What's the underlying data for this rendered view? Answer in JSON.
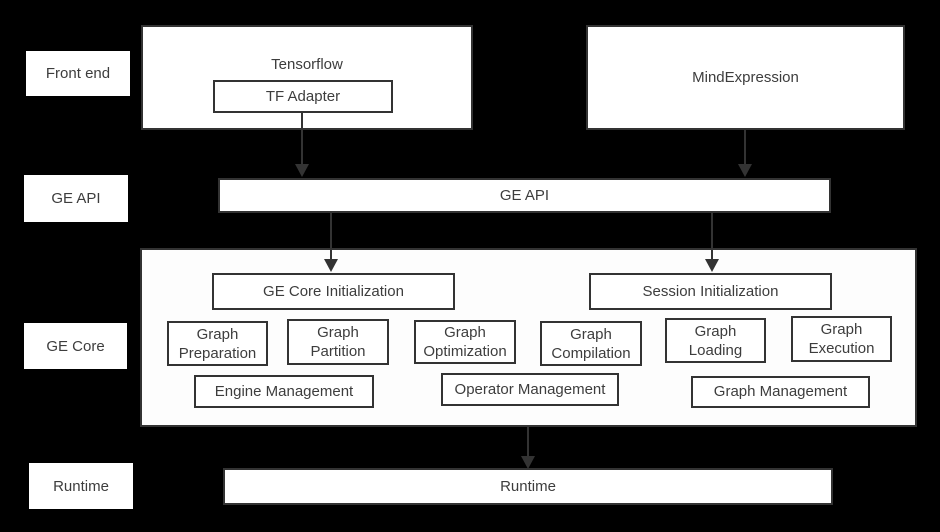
{
  "palette": {
    "background": "#000000",
    "box_fill": "#ffffff",
    "box_border": "#333333",
    "text": "#3d3d3d",
    "arrow": "#333333"
  },
  "row_labels": [
    {
      "label": "Front end"
    },
    {
      "label": "GE API"
    },
    {
      "label": "GE Core"
    },
    {
      "label": "Runtime"
    }
  ],
  "front_end": {
    "tensorflow": {
      "title": "Tensorflow",
      "adapter": "TF Adapter"
    },
    "mind_expression": {
      "title": "MindExpression"
    }
  },
  "ge_api": {
    "label": "GE API"
  },
  "ge_core": {
    "initialization": [
      {
        "label": "GE Core Initialization"
      },
      {
        "label": "Session Initialization"
      }
    ],
    "stages": [
      {
        "label": "Graph Preparation"
      },
      {
        "label": "Graph Partition"
      },
      {
        "label": "Graph Optimization"
      },
      {
        "label": "Graph Compilation"
      },
      {
        "label": "Graph Loading"
      },
      {
        "label": "Graph Execution"
      }
    ],
    "management": [
      {
        "label": "Engine Management"
      },
      {
        "label": "Operator Management"
      },
      {
        "label": "Graph Management"
      }
    ]
  },
  "runtime": {
    "label": "Runtime"
  },
  "arrows": [
    {
      "from": "TF Adapter",
      "to": "GE API"
    },
    {
      "from": "MindExpression",
      "to": "GE API"
    },
    {
      "from": "GE API",
      "to": "GE Core Initialization"
    },
    {
      "from": "GE API",
      "to": "Session Initialization"
    },
    {
      "from": "GE Core",
      "to": "Runtime"
    }
  ]
}
